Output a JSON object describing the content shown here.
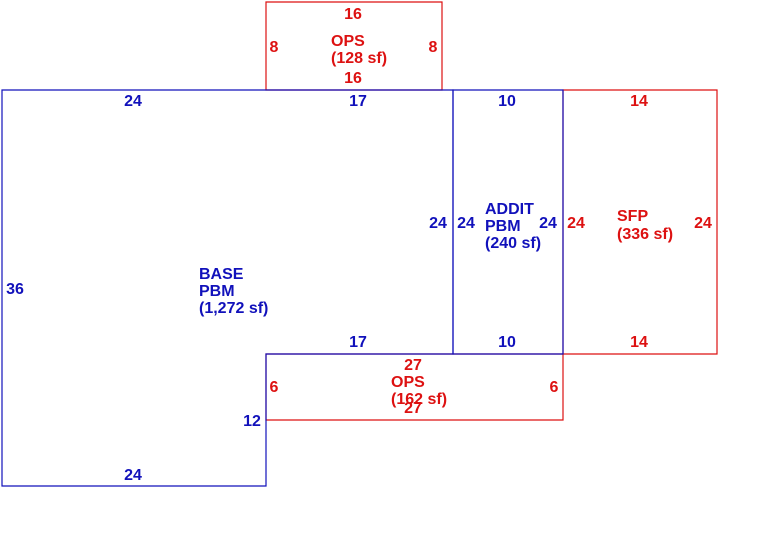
{
  "colors": {
    "blue": "#1111bb",
    "red": "#dd1111",
    "background": "#ffffff"
  },
  "areas": {
    "base": {
      "line1": "BASE",
      "line2": "PBM",
      "area": "(1,272 sf)"
    },
    "addit": {
      "line1": "ADDIT",
      "line2": "PBM",
      "area": "(240 sf)"
    },
    "sfp": {
      "line1": "SFP",
      "area": "(336 sf)"
    },
    "ops_top": {
      "line1": "OPS",
      "area": "(128 sf)"
    },
    "ops_bottom": {
      "line1": "OPS",
      "area": "(162 sf)"
    }
  },
  "dimensions": {
    "base_top_left": "24",
    "base_top_right": "17",
    "base_left": "36",
    "base_right": "24",
    "base_inner_bottom": "17",
    "base_step": "12",
    "base_bottom": "24",
    "addit_top": "10",
    "addit_bottom": "10",
    "addit_left": "24",
    "addit_right": "24",
    "sfp_top": "14",
    "sfp_bottom": "14",
    "sfp_left": "24",
    "sfp_right": "24",
    "ops_top_top": "16",
    "ops_top_bottom": "16",
    "ops_top_left": "8",
    "ops_top_right": "8",
    "ops_bottom_top": "27",
    "ops_bottom_bottom": "27",
    "ops_bottom_left": "6",
    "ops_bottom_right": "6"
  }
}
